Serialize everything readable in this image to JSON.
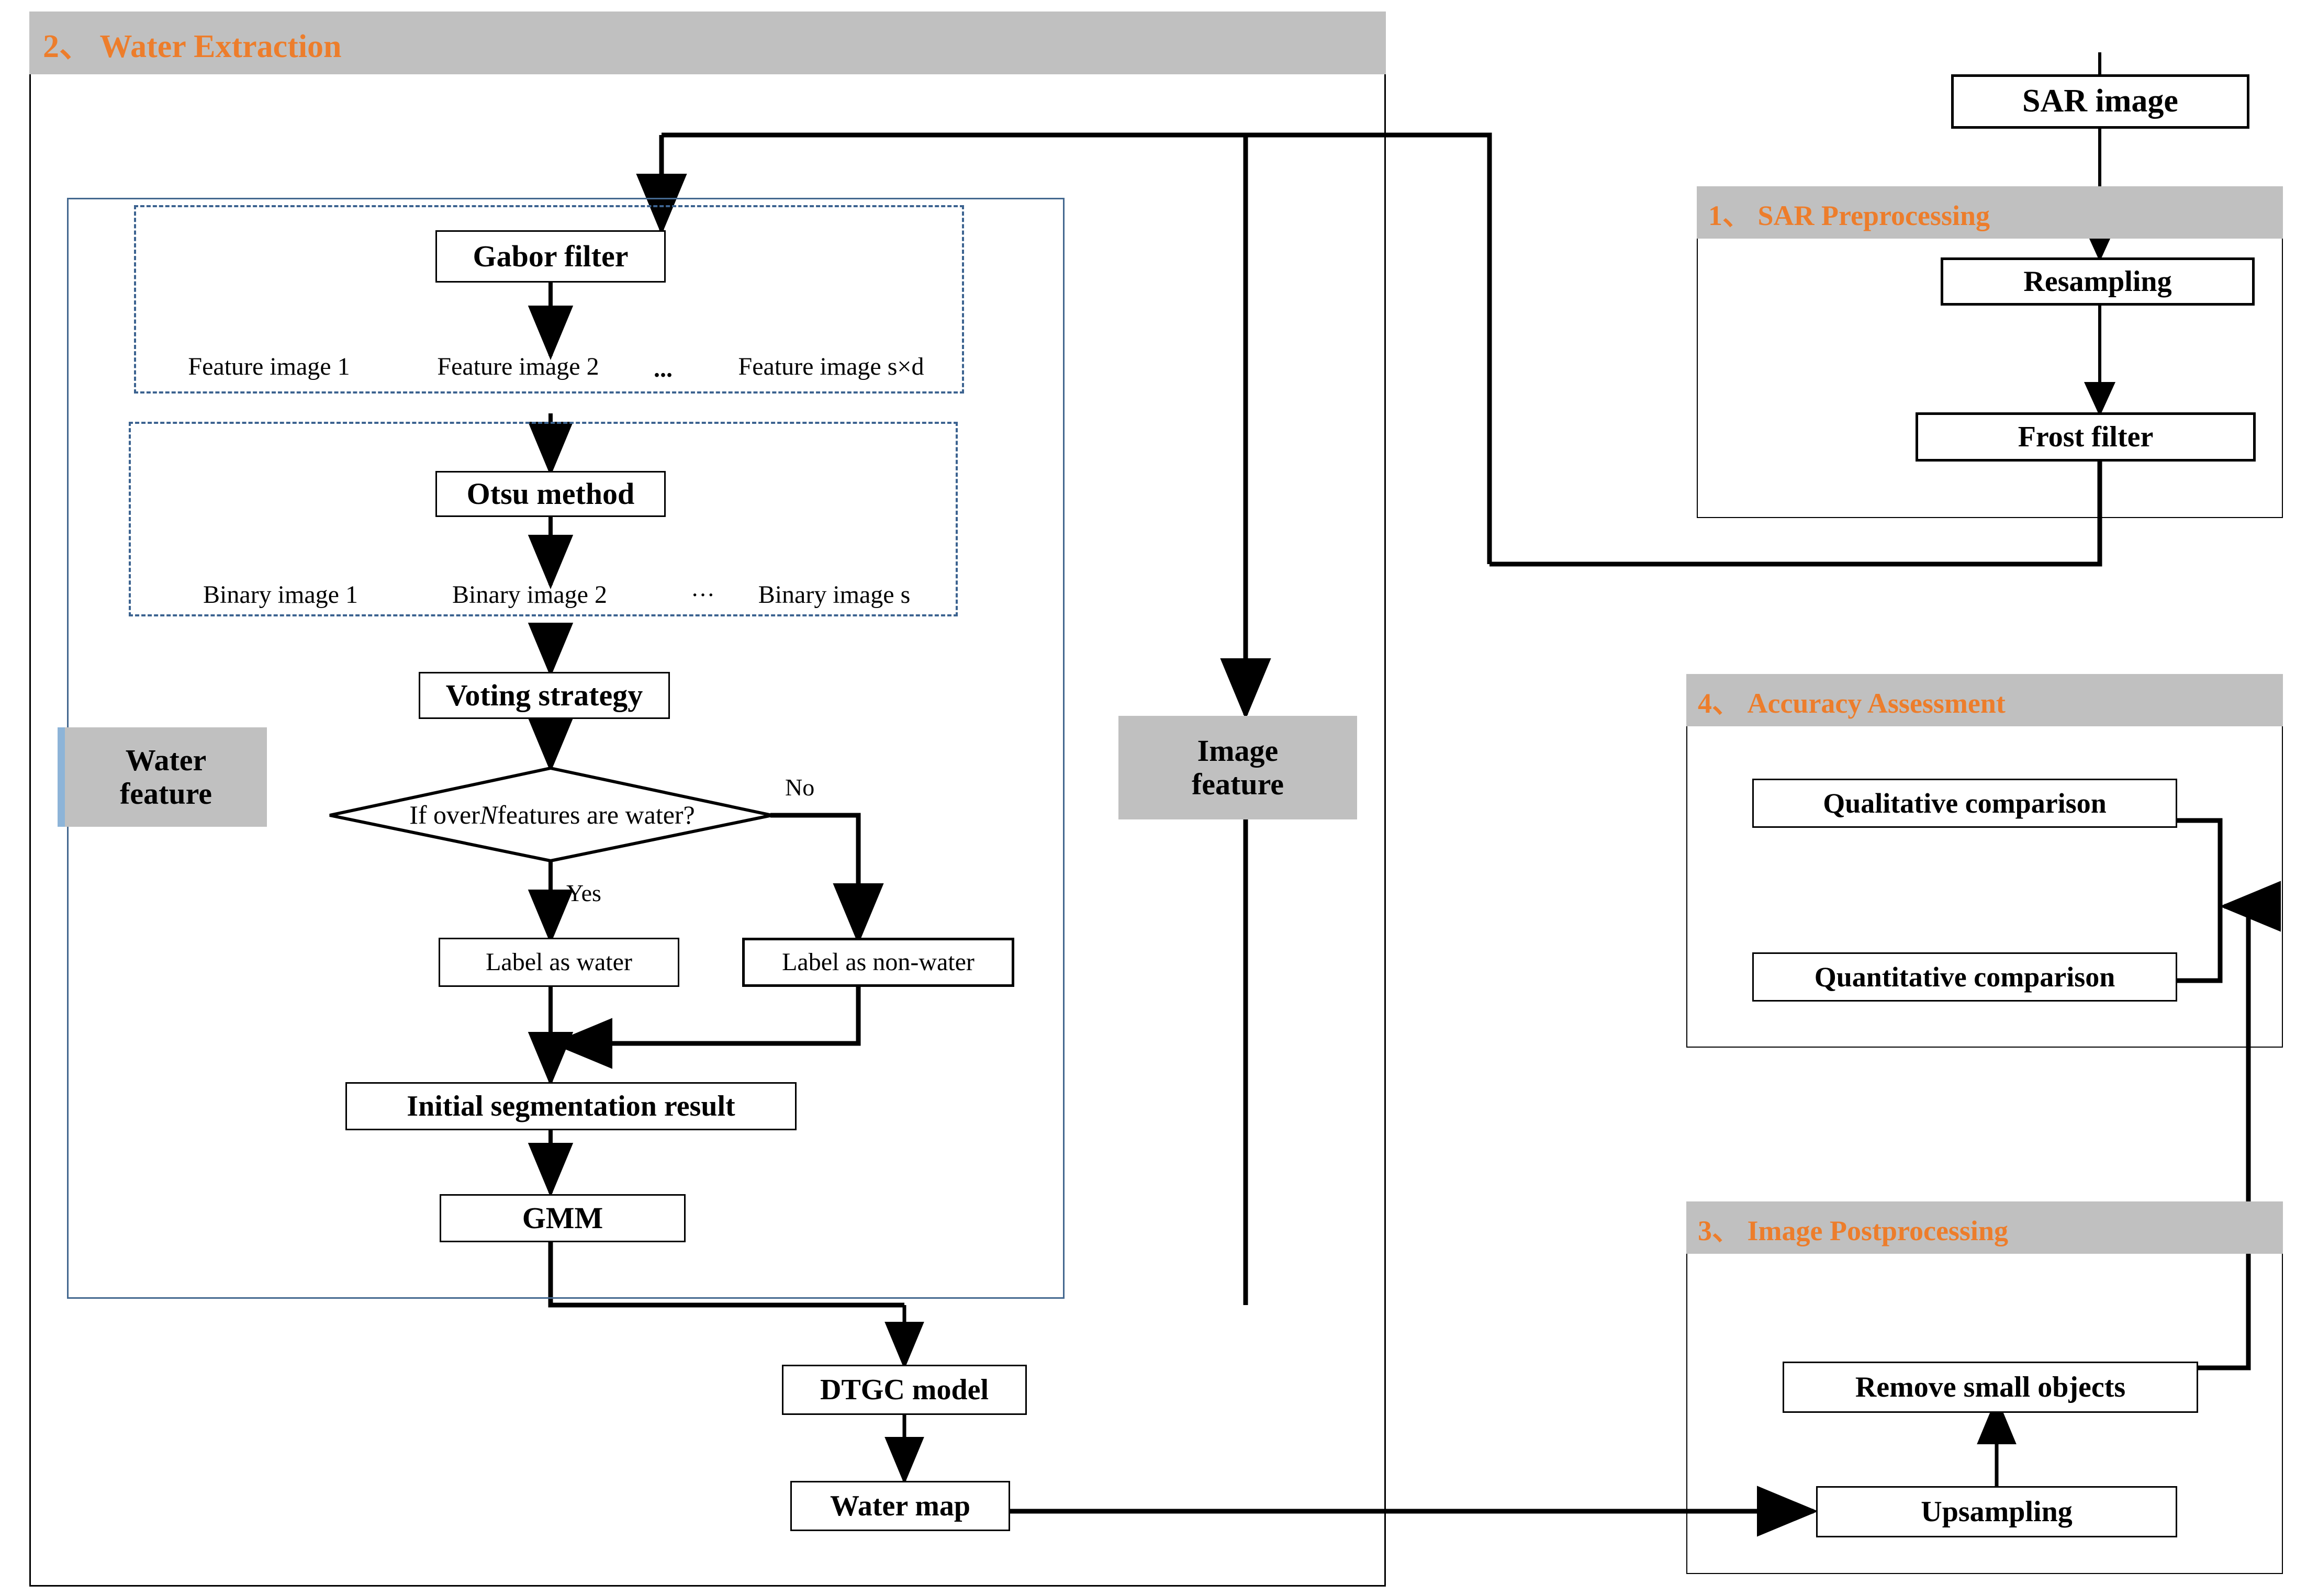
{
  "sections": {
    "water_extraction": {
      "title": "2、 Water Extraction"
    },
    "sar_preprocessing": {
      "title": "1、 SAR Preprocessing"
    },
    "accuracy_assessment": {
      "title": "4、 Accuracy Assessment"
    },
    "image_postprocessing": {
      "title": "3、 Image Postprocessing"
    }
  },
  "nodes": {
    "sar_image": "SAR image",
    "resampling": "Resampling",
    "frost_filter": "Frost filter",
    "gabor_filter": "Gabor filter",
    "otsu_method": "Otsu method",
    "voting_strategy": "Voting strategy",
    "label_as_water": "Label as water",
    "label_as_non_water": "Label as non-water",
    "initial_segmentation_result": "Initial segmentation result",
    "gmm": "GMM",
    "dtgc_model": "DTGC model",
    "water_map": "Water map",
    "qualitative_comparison": "Qualitative comparison",
    "quantitative_comparison": "Quantitative comparison",
    "remove_small_objects": "Remove small objects",
    "upsampling": "Upsampling"
  },
  "tags": {
    "water_feature": "Water\nfeature",
    "water_feature_line1": "Water",
    "water_feature_line2": "feature",
    "image_feature_line1": "Image",
    "image_feature_line2": "feature"
  },
  "feature_row": {
    "item1": "Feature image 1",
    "item2": "Feature image 2",
    "ellipsis": "...",
    "item3": "Feature image s×d"
  },
  "binary_row": {
    "item1": "Binary image 1",
    "item2": "Binary image 2",
    "ellipsis": "···",
    "item3": "Binary image  s"
  },
  "decision": {
    "prefix": "If over ",
    "variable": "N",
    "suffix": " features are water?"
  },
  "edge_labels": {
    "yes": "Yes",
    "no": "No"
  },
  "colors": {
    "banner_bg": "#c0c0c0",
    "banner_text": "#ED7D2B",
    "panel_border": "#000000",
    "blue_border": "#44688f",
    "dotted_border": "#3c6390",
    "tag_bg": "#c0c0c0",
    "tag_border_blue": "#8db4d8",
    "node_border": "#000000",
    "arrow": "#000000"
  }
}
